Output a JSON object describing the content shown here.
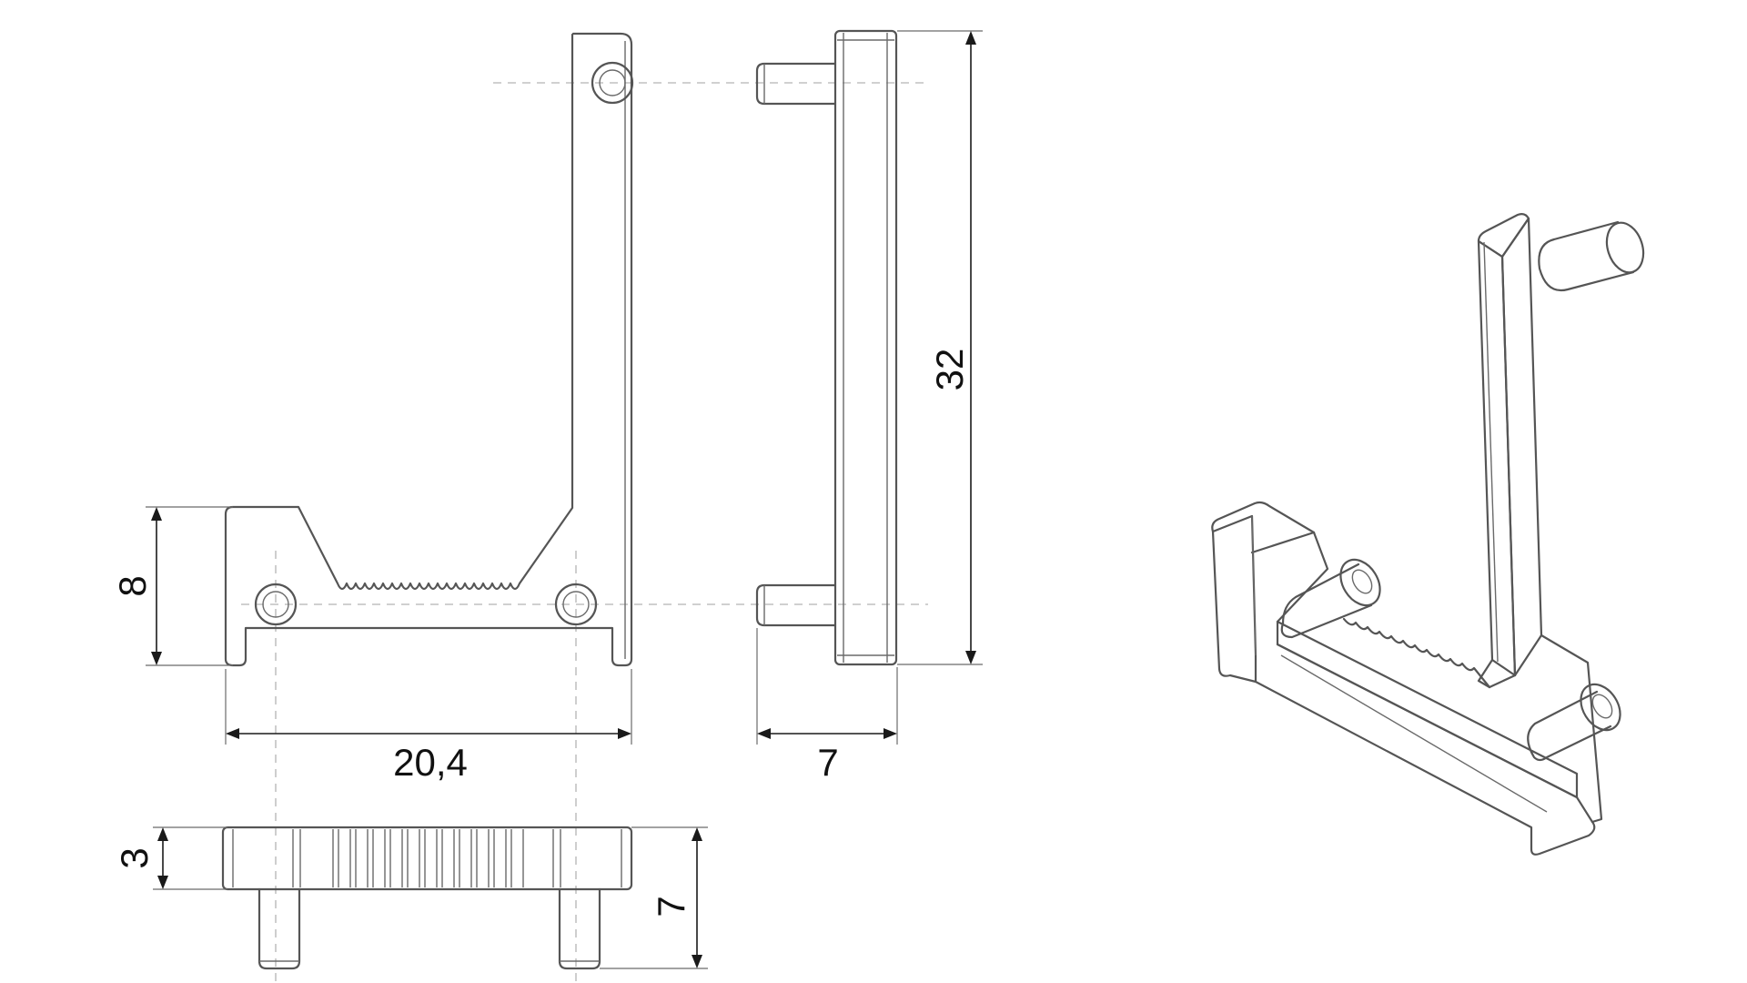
{
  "dimensions": {
    "front_height": "8",
    "front_width": "20,4",
    "side_height": "32",
    "side_depth": "7",
    "bottom_thickness": "3",
    "bottom_depth": "7"
  },
  "colors": {
    "outline": "#555555",
    "dimension": "#1a1a1a",
    "centerline": "#b4b4b4"
  }
}
